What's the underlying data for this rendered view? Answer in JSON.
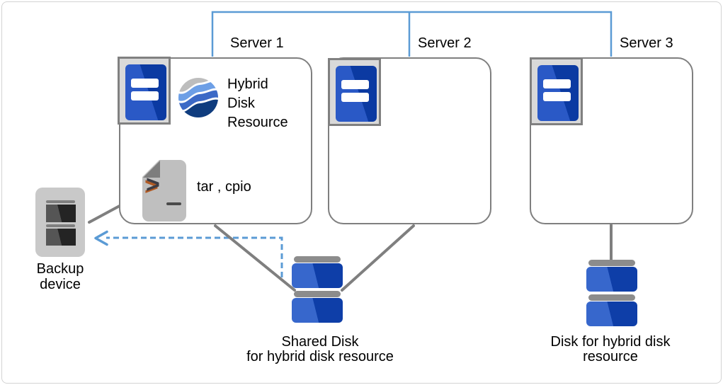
{
  "servers": [
    {
      "label": "Server 1"
    },
    {
      "label": "Server 2"
    },
    {
      "label": "Server 3"
    }
  ],
  "server1_contents": {
    "resource_label": "Hybrid Disk Resource",
    "commands_label": "tar , cpio"
  },
  "backup_device": {
    "label": "Backup\ndevice"
  },
  "shared_disk": {
    "label": "Shared Disk\nfor hybrid disk resource"
  },
  "hybrid_disk": {
    "label": "Disk for hybrid disk\nresource"
  },
  "icons": {
    "server": "server-tower-icon",
    "hybrid_disk_resource": "wave-sphere-icon",
    "script_file": "script-file-icon",
    "backup": "backup-device-icon",
    "disk": "stacked-disk-icon"
  },
  "colors": {
    "network_line": "#5B9BD5",
    "backup_arrow": "#5B9BD5",
    "connector": "#7F7F7F",
    "box_border": "#7F7F7F",
    "disk_blue_light": "#3767CC",
    "disk_blue_dark": "#0E3EA8",
    "disk_cap_gray": "#8C8C8C",
    "server_icon_blue_light": "#2A59C6",
    "server_icon_blue_dark": "#0B3AA2",
    "wave_gray": "#BDBDBD",
    "wave_light_blue": "#6D9FE6",
    "wave_mid_blue": "#3B69C6",
    "wave_navy": "#0F3C7E"
  }
}
